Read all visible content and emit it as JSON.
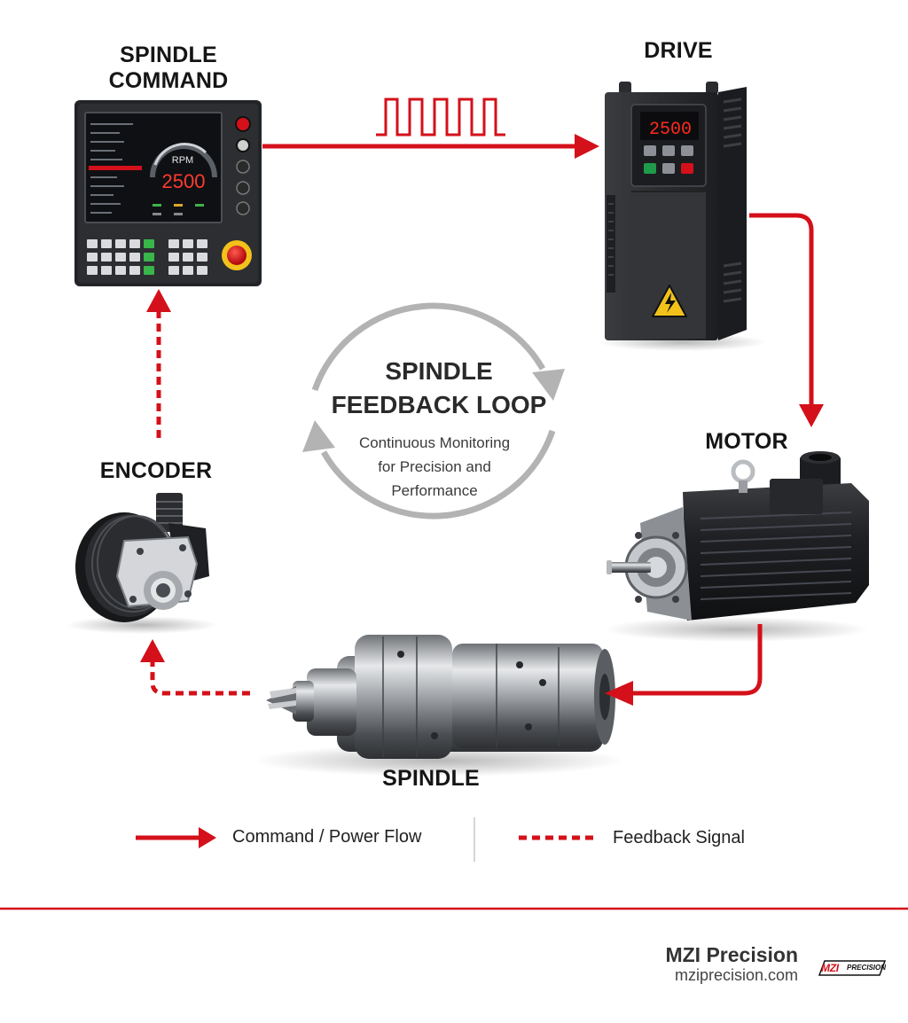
{
  "labels": {
    "spindle_command": [
      "SPINDLE",
      "COMMAND"
    ],
    "drive": "DRIVE",
    "motor": "MOTOR",
    "encoder": "ENCODER",
    "spindle": "SPINDLE"
  },
  "control_panel": {
    "gauge_label": "RPM",
    "gauge_value": "2500"
  },
  "drive_display": {
    "value": "2500"
  },
  "center": {
    "title": [
      "SPINDLE",
      "FEEDBACK LOOP"
    ],
    "subtitle": [
      "Continuous Monitoring",
      "for Precision and",
      "Performance"
    ]
  },
  "legend": {
    "solid": "Command / Power Flow",
    "dotted": "Feedback Signal"
  },
  "brand": {
    "name": "MZI Precision",
    "url": "mziprecision.com",
    "logo_main": "MZI",
    "logo_sub": "PRECISION"
  },
  "colors": {
    "accent_red": "#d4101a",
    "loop_gray": "#b3b3b3",
    "device_dark": "#2b2d30"
  },
  "icons": [
    "warning-icon",
    "emergency-stop-icon",
    "square-wave-icon",
    "cycle-arrows-icon"
  ]
}
